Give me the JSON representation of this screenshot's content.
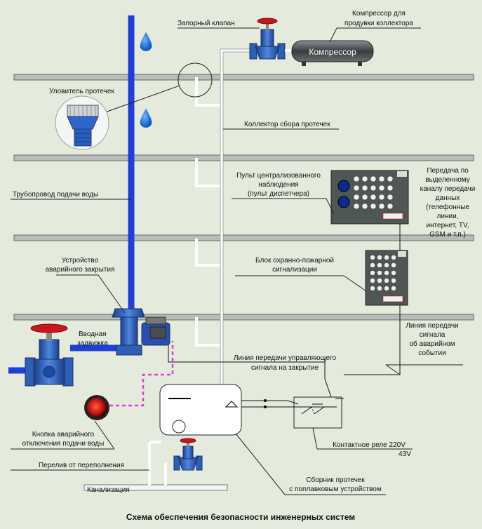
{
  "labels": {
    "shutoff_valve": "Запорный клапан",
    "compressor_desc_1": "Компрессор для",
    "compressor_desc_2": "продувки коллектора",
    "compressor_name": "Компрессор",
    "leak_trap": "Уловитель протечек",
    "leak_collector": "Коллектор сбора протечек",
    "console_1": "Пульт централизованного",
    "console_2": "наблюдения",
    "console_3": "(пульт диспетчера)",
    "transmit_1": "Передача по",
    "transmit_2": "выделенному",
    "transmit_3": "каналу передачи",
    "transmit_4": "данных",
    "transmit_5": "(телефонные",
    "transmit_6": "линии,",
    "transmit_7": "интернет, TV,",
    "transmit_8": "GSM и т.п.)",
    "water_pipeline": "Трубопровод подачи воды",
    "alarm_unit_1": "Блок охранно-пожарной",
    "alarm_unit_2": "сигнализации",
    "emergency_device_1": "Устройство",
    "emergency_device_2": "аварийного закрытия",
    "inlet_valve_1": "Вводная",
    "inlet_valve_2": "задвижка",
    "signal_line_1": "Линия передачи",
    "signal_line_2": "сигнала",
    "signal_line_3": "об аварийном",
    "signal_line_4": "событии",
    "control_line_1": "Линия передачи управляющего",
    "control_line_2": "сигнала на закрытие",
    "emergency_button_1": "Кнопка аварийного",
    "emergency_button_2": "отключения подачи воды",
    "relay_1": "Контактное реле 220V",
    "relay_2": "43V",
    "overflow": "Перелив от переполнения",
    "collector_tank_1": "Сборник протечек",
    "collector_tank_2": "с поплавковым устройством",
    "sewer": "Канализация",
    "title": "Схема обеспечения безопасности инженерных систем"
  },
  "colors": {
    "background": "#e4ebdc",
    "water_pipe": "#1f3fd6",
    "floor": "#b9bdb9",
    "console": "#4f5754",
    "valve": "#2d5fb5",
    "valve_handle": "#c8161c",
    "magenta_line": "#e040d0",
    "button_red": "#d41414"
  }
}
